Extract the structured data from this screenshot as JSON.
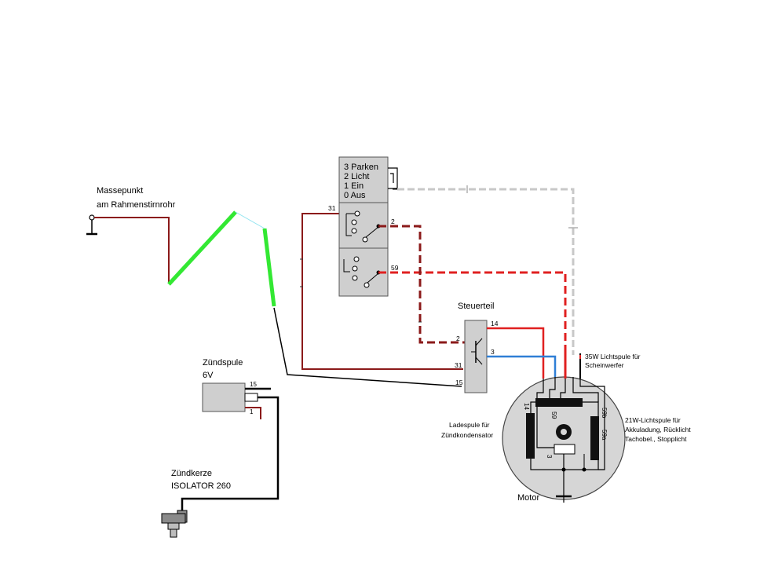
{
  "labels": {
    "ground_point_line1": "Massepunkt",
    "ground_point_line2": "am Rahmenstirnrohr",
    "switch_line1": "3 Parken",
    "switch_line2": "2 Licht",
    "switch_line3": "1 Ein",
    "switch_line4": "0 Aus",
    "control_unit": "Steuerteil",
    "ignition_coil_line1": "Zündspule",
    "ignition_coil_line2": "6V",
    "spark_plug_line1": "Zündkerze",
    "spark_plug_line2": "ISOLATOR 260",
    "charge_coil_line1": "Ladespule für",
    "charge_coil_line2": "Zündkondensator",
    "motor": "Motor",
    "headlight_coil_line1": "35W Lichtspule für",
    "headlight_coil_line2": "Scheinwerfer",
    "light_coil_line1": "21W-Lichtspule für",
    "light_coil_line2": "Akkuladung, Rücklicht",
    "light_coil_line3": "Tachobel., Stopplicht"
  },
  "terminals": {
    "switch_31": "31",
    "switch_2": "2",
    "switch_59": "59",
    "ctrl_14": "14",
    "ctrl_3": "3",
    "ctrl_2": "2",
    "ctrl_31": "31",
    "ctrl_15": "15",
    "coil_15": "15",
    "coil_1": "1",
    "motor_14": "14",
    "motor_59": "59",
    "motor_59b": "59b",
    "motor_59a": "59a",
    "motor_3": "3"
  },
  "colors": {
    "dark_red": "#8b1a1a",
    "red": "#e02020",
    "green": "#33e833",
    "blue": "#2f7fd6",
    "grey": "#c8c8c8",
    "black": "#000000"
  }
}
